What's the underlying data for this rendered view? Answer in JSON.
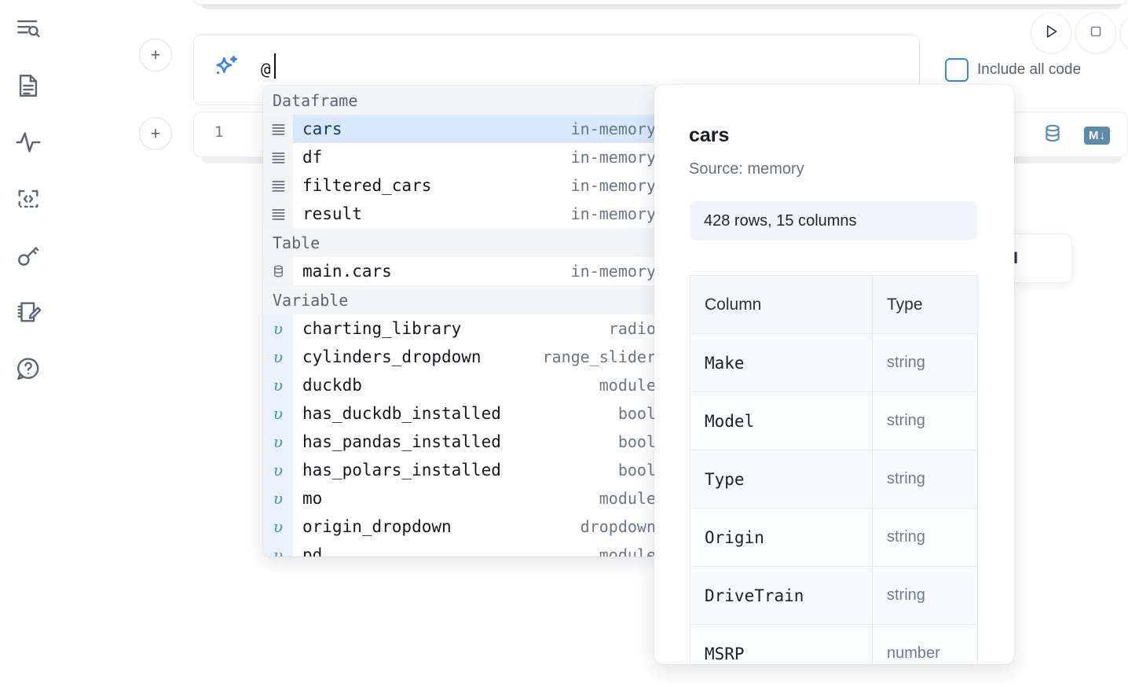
{
  "sidebar": {
    "items": [
      {
        "name": "explorer-search-icon",
        "label": "Explore"
      },
      {
        "name": "document-icon",
        "label": "Notebook"
      },
      {
        "name": "activity-icon",
        "label": "Activity"
      },
      {
        "name": "code-brackets-icon",
        "label": "Code"
      },
      {
        "name": "key-icon",
        "label": "Secrets"
      },
      {
        "name": "notebook-edit-icon",
        "label": "Scratchpad"
      },
      {
        "name": "help-chat-icon",
        "label": "Help"
      }
    ]
  },
  "prompt": {
    "ai_icon": "sparkle-icon",
    "value": "@",
    "placeholder": "",
    "add_cell_label": "+"
  },
  "toolbar": {
    "run_icon": "play-icon",
    "stop_icon": "stop-square-icon",
    "include_all_code_label": "Include all code",
    "include_all_code_checked": false,
    "accent_color": "#3b82f6"
  },
  "code_cell": {
    "line_number": "1",
    "database_icon": "database-icon",
    "markdown_badge": "M",
    "markdown_badge_arrow": "↓",
    "badge_color": "#5b8bab"
  },
  "ai_card": {
    "label": "AI"
  },
  "dropdown": {
    "sections": [
      {
        "title": "Dataframe",
        "gutter_style": "default",
        "items": [
          {
            "icon": "dataframe-icon",
            "label": "cars",
            "meta": "in-memory",
            "selected": true
          },
          {
            "icon": "dataframe-icon",
            "label": "df",
            "meta": "in-memory",
            "selected": false
          },
          {
            "icon": "dataframe-icon",
            "label": "filtered_cars",
            "meta": "in-memory",
            "selected": false
          },
          {
            "icon": "dataframe-icon",
            "label": "result",
            "meta": "in-memory",
            "selected": false
          }
        ]
      },
      {
        "title": "Table",
        "gutter_style": "default",
        "items": [
          {
            "icon": "table-icon",
            "label": "main.cars",
            "meta": "in-memory",
            "selected": false
          }
        ]
      },
      {
        "title": "Variable",
        "gutter_style": "var",
        "items": [
          {
            "icon": "variable-icon",
            "label": "charting_library",
            "meta": "radio",
            "selected": false
          },
          {
            "icon": "variable-icon",
            "label": "cylinders_dropdown",
            "meta": "range_slider",
            "selected": false
          },
          {
            "icon": "variable-icon",
            "label": "duckdb",
            "meta": "module",
            "selected": false
          },
          {
            "icon": "variable-icon",
            "label": "has_duckdb_installed",
            "meta": "bool",
            "selected": false
          },
          {
            "icon": "variable-icon",
            "label": "has_pandas_installed",
            "meta": "bool",
            "selected": false
          },
          {
            "icon": "variable-icon",
            "label": "has_polars_installed",
            "meta": "bool",
            "selected": false
          },
          {
            "icon": "variable-icon",
            "label": "mo",
            "meta": "module",
            "selected": false
          },
          {
            "icon": "variable-icon",
            "label": "origin_dropdown",
            "meta": "dropdown",
            "selected": false
          },
          {
            "icon": "variable-icon",
            "label": "pd",
            "meta": "module",
            "selected": false
          }
        ]
      }
    ]
  },
  "preview": {
    "title": "cars",
    "source": "Source: memory",
    "shape": "428 rows, 15 columns",
    "columns_header": "Column",
    "type_header": "Type",
    "rows": [
      {
        "column": "Make",
        "type": "string"
      },
      {
        "column": "Model",
        "type": "string"
      },
      {
        "column": "Type",
        "type": "string"
      },
      {
        "column": "Origin",
        "type": "string"
      },
      {
        "column": "DriveTrain",
        "type": "string"
      },
      {
        "column": "MSRP",
        "type": "number"
      }
    ]
  }
}
